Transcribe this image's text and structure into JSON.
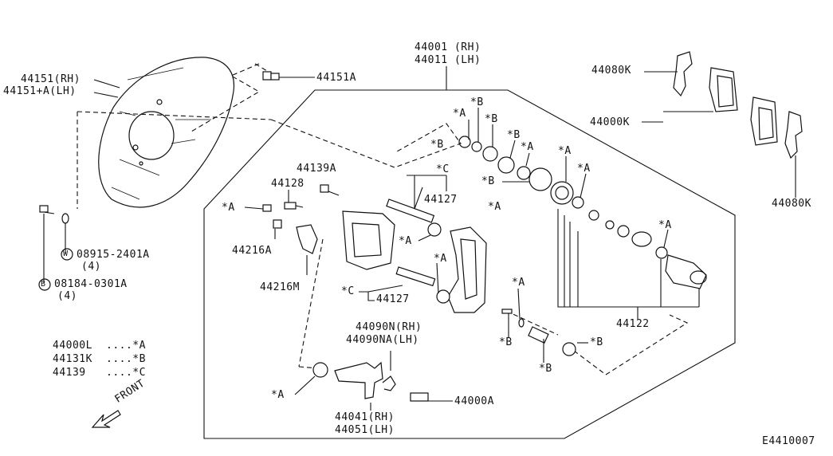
{
  "labels": {
    "p44001": "44001 (RH)",
    "p44011": "44011 (LH)",
    "p44151": "44151(RH)",
    "p44151a": "44151+A(LH)",
    "p44151A_bolt": "44151A",
    "p44080k_top": "44080K",
    "p44000k": "44000K",
    "p44080k_bottom": "44080K",
    "p44139a": "44139A",
    "p44128": "44128",
    "p44127_top": "44127",
    "p44127_bottom": "44127",
    "p44216a": "44216A",
    "p44216m": "44216M",
    "p08915": "08915-2401A",
    "p08915_qty": "(4)",
    "p08184": "08184-0301A",
    "p08184_qty": "(4)",
    "p44122": "44122",
    "p44090n": "44090N(RH)",
    "p44090na": "44090NA(LH)",
    "p44041": "44041(RH)",
    "p44051": "44051(LH)",
    "p44000a": "44000A",
    "front": "FRONT",
    "code": "E4410007",
    "mark_w": "W",
    "mark_b": "B"
  },
  "markers": {
    "a": "*A",
    "b": "*B",
    "c": "*C"
  },
  "legend": [
    {
      "part": "44000L",
      "ref": "....*A"
    },
    {
      "part": "44131K",
      "ref": "....*B"
    },
    {
      "part": "44139",
      "ref": "....*C"
    }
  ]
}
